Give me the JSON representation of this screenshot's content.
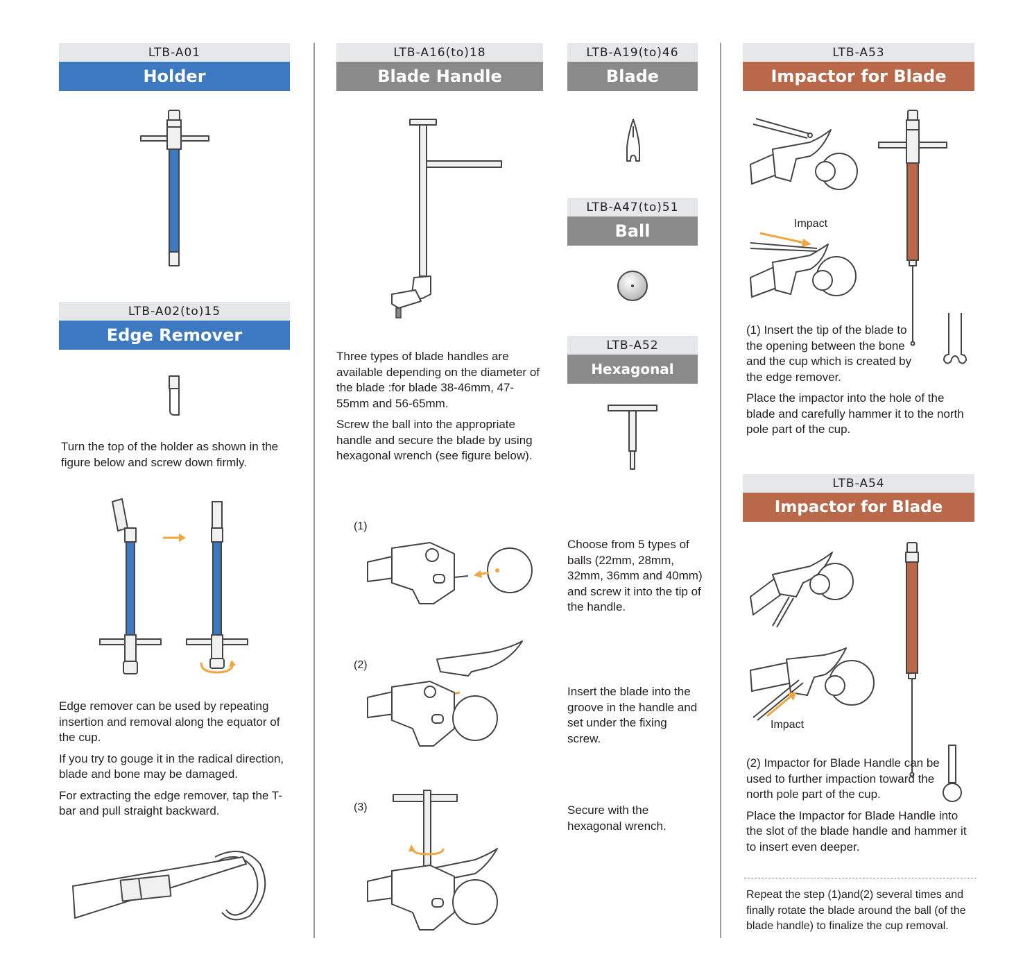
{
  "col1": {
    "holder": {
      "code": "LTB-A01",
      "title": "Holder"
    },
    "edge_remover": {
      "code": "LTB-A02(to)15",
      "title": "Edge Remover"
    },
    "turn_text": "Turn the top of the holder as shown in the figure below and screw down firmly.",
    "usage_texts": [
      "Edge remover can be used by repeating insertion and removal along the equator of the cup.",
      "If you try to gouge it in the radical direction, blade and  bone may be damaged.",
      "For extracting the edge remover, tap the T-bar and pull straight backward."
    ]
  },
  "col2": {
    "blade_handle": {
      "code": "LTB-A16(to)18",
      "title": "Blade Handle"
    },
    "texts": [
      "Three types of blade handles are available depending on the diameter of the blade :for blade 38-46mm, 47-55mm and 56-65mm.",
      "Screw the ball into the appropriate handle and secure the blade by using hexagonal wrench (see figure below)."
    ],
    "steps": [
      "(1)",
      "(2)",
      "(3)"
    ]
  },
  "col3": {
    "blade": {
      "code": "LTB-A19(to)46",
      "title": "Blade"
    },
    "ball": {
      "code": "LTB-A47(to)51",
      "title": "Ball"
    },
    "wrench": {
      "code": "LTB-A52",
      "title": "Hexagonal Wrench"
    },
    "step_texts": [
      "Choose from 5 types of balls (22mm, 28mm, 32mm, 36mm and 40mm) and screw it into the tip of the handle.",
      "Insert the blade into the groove in the handle and set under the fixing screw.",
      "Secure with the hexagonal wrench."
    ]
  },
  "col4": {
    "impactor_blade": {
      "code": "LTB-A53",
      "title": "Impactor for Blade"
    },
    "impact_label": "Impact",
    "text1": "(1) Insert the tip of the blade to the opening between the bone and the cup which is created by the edge remover.",
    "text2": "Place the impactor into the hole of the blade and carefully hammer it to the north pole part of the cup.",
    "impactor_handle": {
      "code": "LTB-A54",
      "title": "Impactor for Blade Handle"
    },
    "impact_label2": "Impact",
    "text3": "(2) Impactor for Blade Handle can be used to further impaction toward the north pole part of the cup.",
    "text4": "Place the Impactor for Blade Handle into the slot of the blade handle and hammer it to insert even deeper.",
    "text5": "Repeat the step (1)and(2) several times and finally rotate the blade around the ball (of the blade handle) to finalize the cup removal."
  },
  "colors": {
    "blue": "#3c79c1",
    "gray": "#8a8a8a",
    "orange": "#b9684a",
    "accent_arrow": "#f0a53f"
  }
}
